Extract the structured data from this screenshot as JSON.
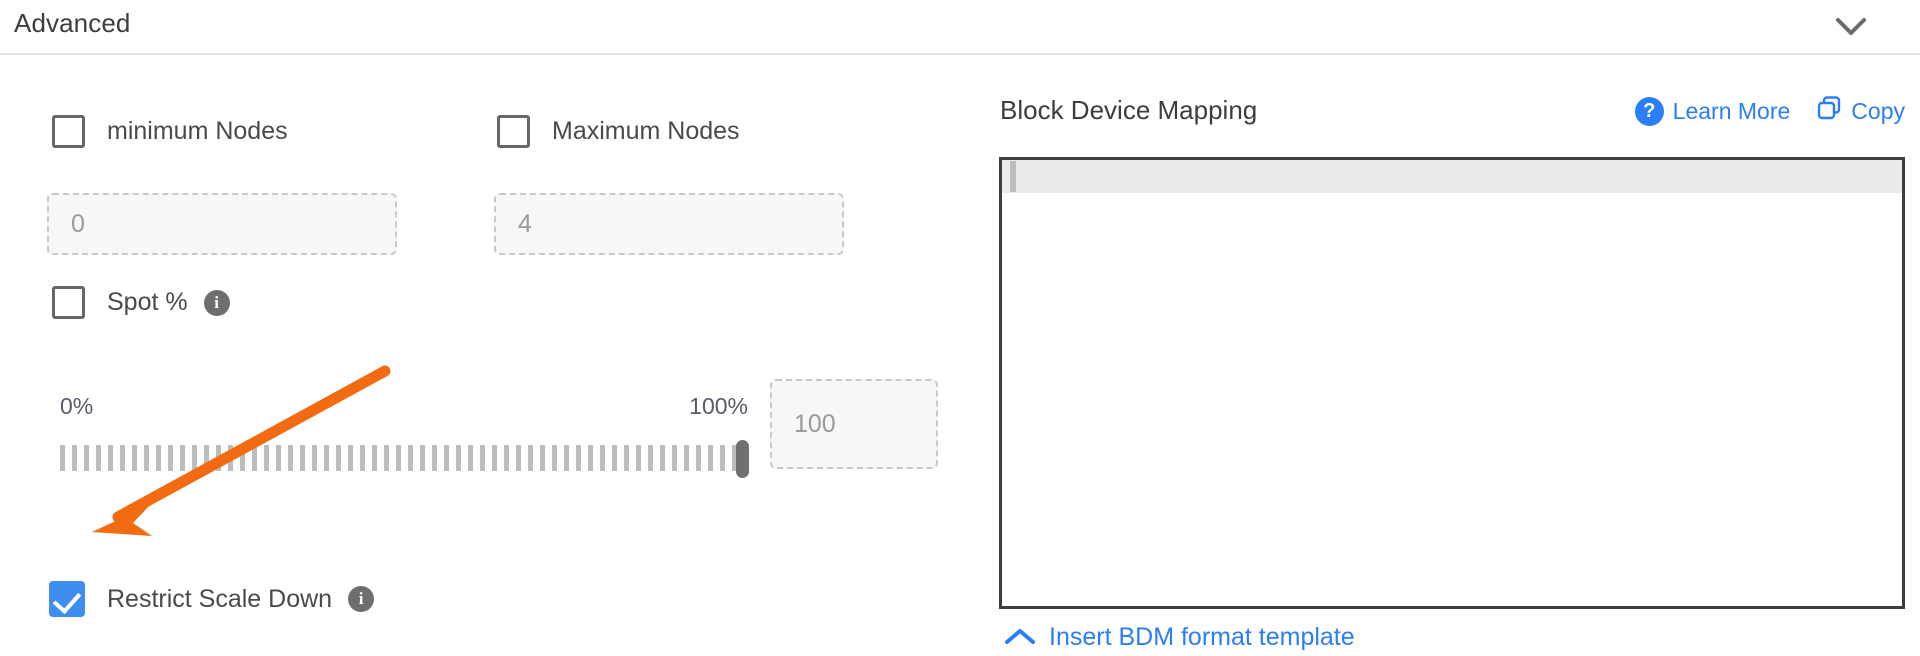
{
  "section": {
    "title": "Advanced",
    "collapse_icon": "chevron-down-icon"
  },
  "autoscaling": {
    "min_nodes": {
      "label": "minimum Nodes",
      "checked": false,
      "input_placeholder": "0"
    },
    "max_nodes": {
      "label": "Maximum Nodes",
      "checked": false,
      "input_placeholder": "4"
    },
    "spot": {
      "label": "Spot %",
      "checked": false,
      "info_icon": "info-icon",
      "slider": {
        "min_label": "0%",
        "max_label": "100%",
        "value": 100,
        "value_input_placeholder": "100"
      }
    },
    "restrict_scale_down": {
      "label": "Restrict Scale Down",
      "checked": true,
      "info_icon": "info-icon"
    }
  },
  "block_device_mapping": {
    "title": "Block Device Mapping",
    "learn_more": {
      "label": "Learn More",
      "icon": "question-circle-icon"
    },
    "copy": {
      "label": "Copy",
      "icon": "copy-icon"
    },
    "editor_content": "",
    "insert_template": {
      "label": "Insert BDM format template",
      "icon": "chevron-up-icon"
    }
  },
  "colors": {
    "accent_blue": "#2b7ef5",
    "checkbox_blue": "#3e8ef0",
    "annotation_orange": "#f26a11",
    "text_dark": "#3d3d3d",
    "muted_gray": "#9a9a9a"
  }
}
